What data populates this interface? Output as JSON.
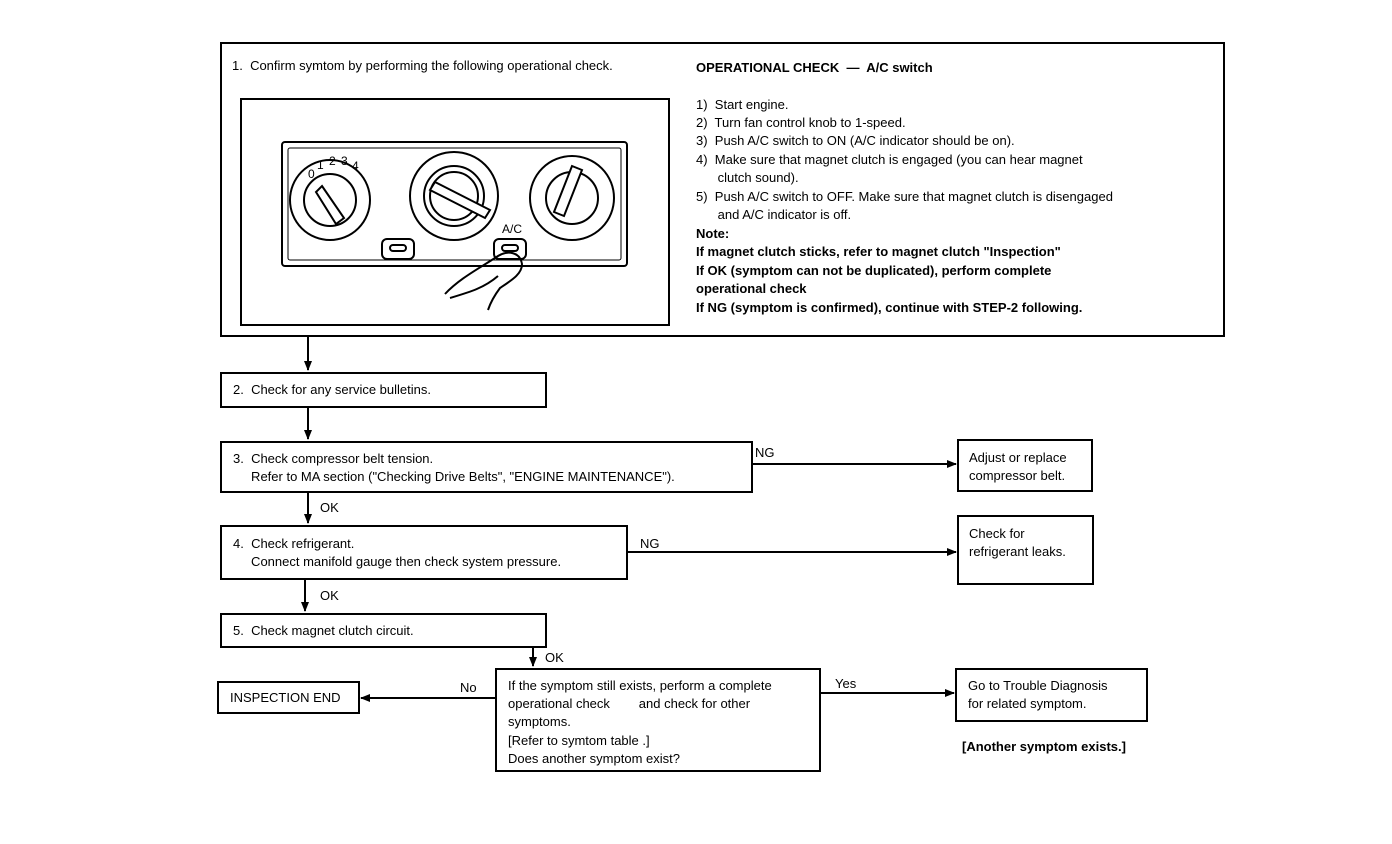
{
  "step1": {
    "text": "1.  Confirm symtom by performing the following operational check.",
    "op_title": "OPERATIONAL CHECK  —  A/C switch",
    "items": [
      "1)  Start engine.",
      "2)  Turn fan control knob to 1-speed.",
      "3)  Push A/C switch to ON (A/C indicator should be on).",
      "4)  Make sure that magnet clutch is engaged (you can hear magnet",
      "      clutch sound).",
      "5)  Push A/C switch to OFF. Make sure that magnet clutch is disengaged",
      "      and A/C indicator is off."
    ],
    "note_label": "Note:",
    "notes": [
      "If magnet clutch sticks, refer to magnet clutch \"Inspection\"",
      "If OK (symptom can not be duplicated), perform complete",
      "operational check",
      "If NG (symptom is confirmed), continue with STEP-2 following."
    ],
    "illustration": {
      "fan_numbers": [
        "0",
        "1",
        "2",
        "3",
        "4"
      ],
      "ac_label": "A/C"
    }
  },
  "step2": {
    "text": "2.  Check for any service bulletins."
  },
  "step3": {
    "line1": "3.  Check compressor belt tension.",
    "line2": "     Refer to MA section (\"Checking Drive Belts\", \"ENGINE MAINTENANCE\").",
    "ng_label": "NG",
    "ok_label": "OK",
    "result_line1": "Adjust or replace",
    "result_line2": "compressor belt."
  },
  "step4": {
    "line1": "4.  Check refrigerant.",
    "line2": "     Connect manifold gauge then check system pressure.",
    "ng_label": "NG",
    "ok_label": "OK",
    "result_line1": "Check for",
    "result_line2": "refrigerant leaks."
  },
  "step5": {
    "text": "5.  Check magnet clutch circuit.",
    "ok_label": "OK"
  },
  "decision": {
    "lines": [
      "If the symptom still exists, perform a complete",
      "operational check        and check for other",
      "symptoms.",
      "[Refer to symtom table .]",
      "Does another symptom exist?"
    ],
    "no_label": "No",
    "yes_label": "Yes"
  },
  "end_box": {
    "text": "INSPECTION END"
  },
  "trouble_box": {
    "line1": "Go to Trouble Diagnosis",
    "line2": "for related symptom."
  },
  "another_note": "[Another symptom exists.]"
}
